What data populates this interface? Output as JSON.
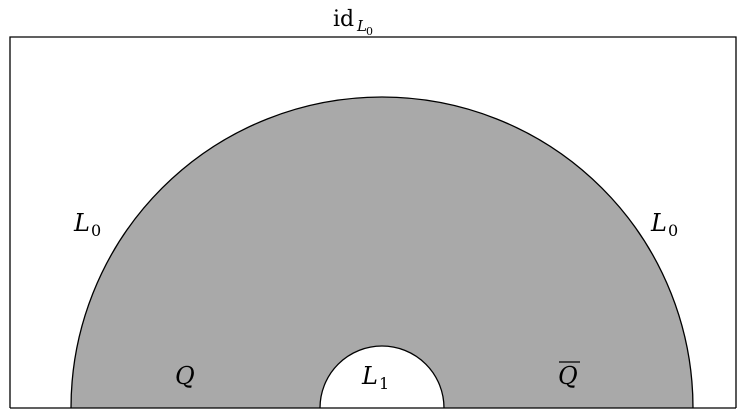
{
  "colors": {
    "background": "#ffffff",
    "stroke": "#000000",
    "region_fill": "#a9a9a9",
    "inner_fill": "#ffffff"
  },
  "labels": {
    "top": {
      "base": "id",
      "subscript_base": "L",
      "subscript_index": "0"
    },
    "left_arc": {
      "base": "L",
      "subscript": "0"
    },
    "right_arc": {
      "base": "L",
      "subscript": "0"
    },
    "inner": {
      "base": "L",
      "subscript": "1"
    },
    "left_region": {
      "text": "Q"
    },
    "right_region": {
      "text": "Q",
      "decoration": "overline"
    }
  }
}
